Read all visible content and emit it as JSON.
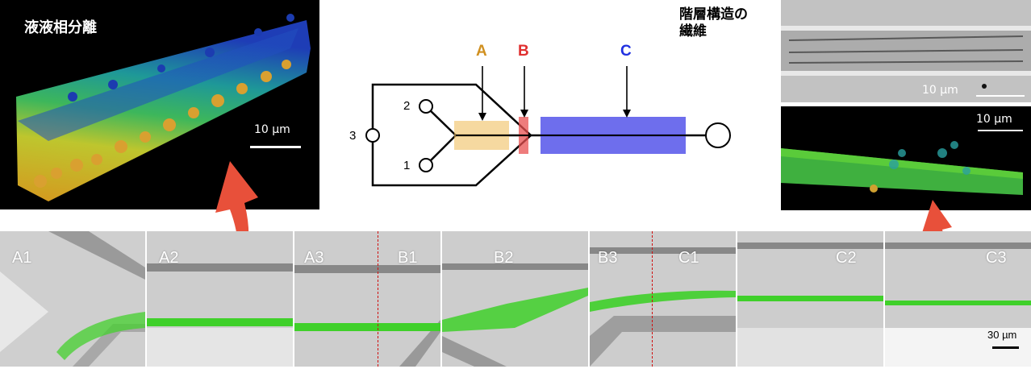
{
  "left_panel": {
    "title": "液液相分離",
    "scale_label": "10 µm"
  },
  "diagram": {
    "labels": {
      "A": "A",
      "B": "B",
      "C": "C"
    },
    "ports": {
      "p1": "1",
      "p2": "2",
      "p3": "3"
    },
    "colors": {
      "A": "#f0c060",
      "B": "#e85050",
      "C": "#4a4ae8",
      "A_text": "#d09020",
      "B_text": "#e03030",
      "C_text": "#2030e0"
    }
  },
  "right_panel": {
    "title_line1": "階層構造の",
    "title_line2": "繊維",
    "top_scale_label": "10 µm",
    "bottom_scale_label": "10 µm"
  },
  "strip": {
    "frames": [
      {
        "left": "A1",
        "right": ""
      },
      {
        "left": "A2",
        "right": ""
      },
      {
        "left": "A3",
        "right": "B1"
      },
      {
        "left": "B2",
        "right": ""
      },
      {
        "left": "B3",
        "right": "C1"
      },
      {
        "left": "",
        "right": "C2"
      },
      {
        "left": "",
        "right": "C3"
      }
    ],
    "scale_label": "30 µm"
  }
}
